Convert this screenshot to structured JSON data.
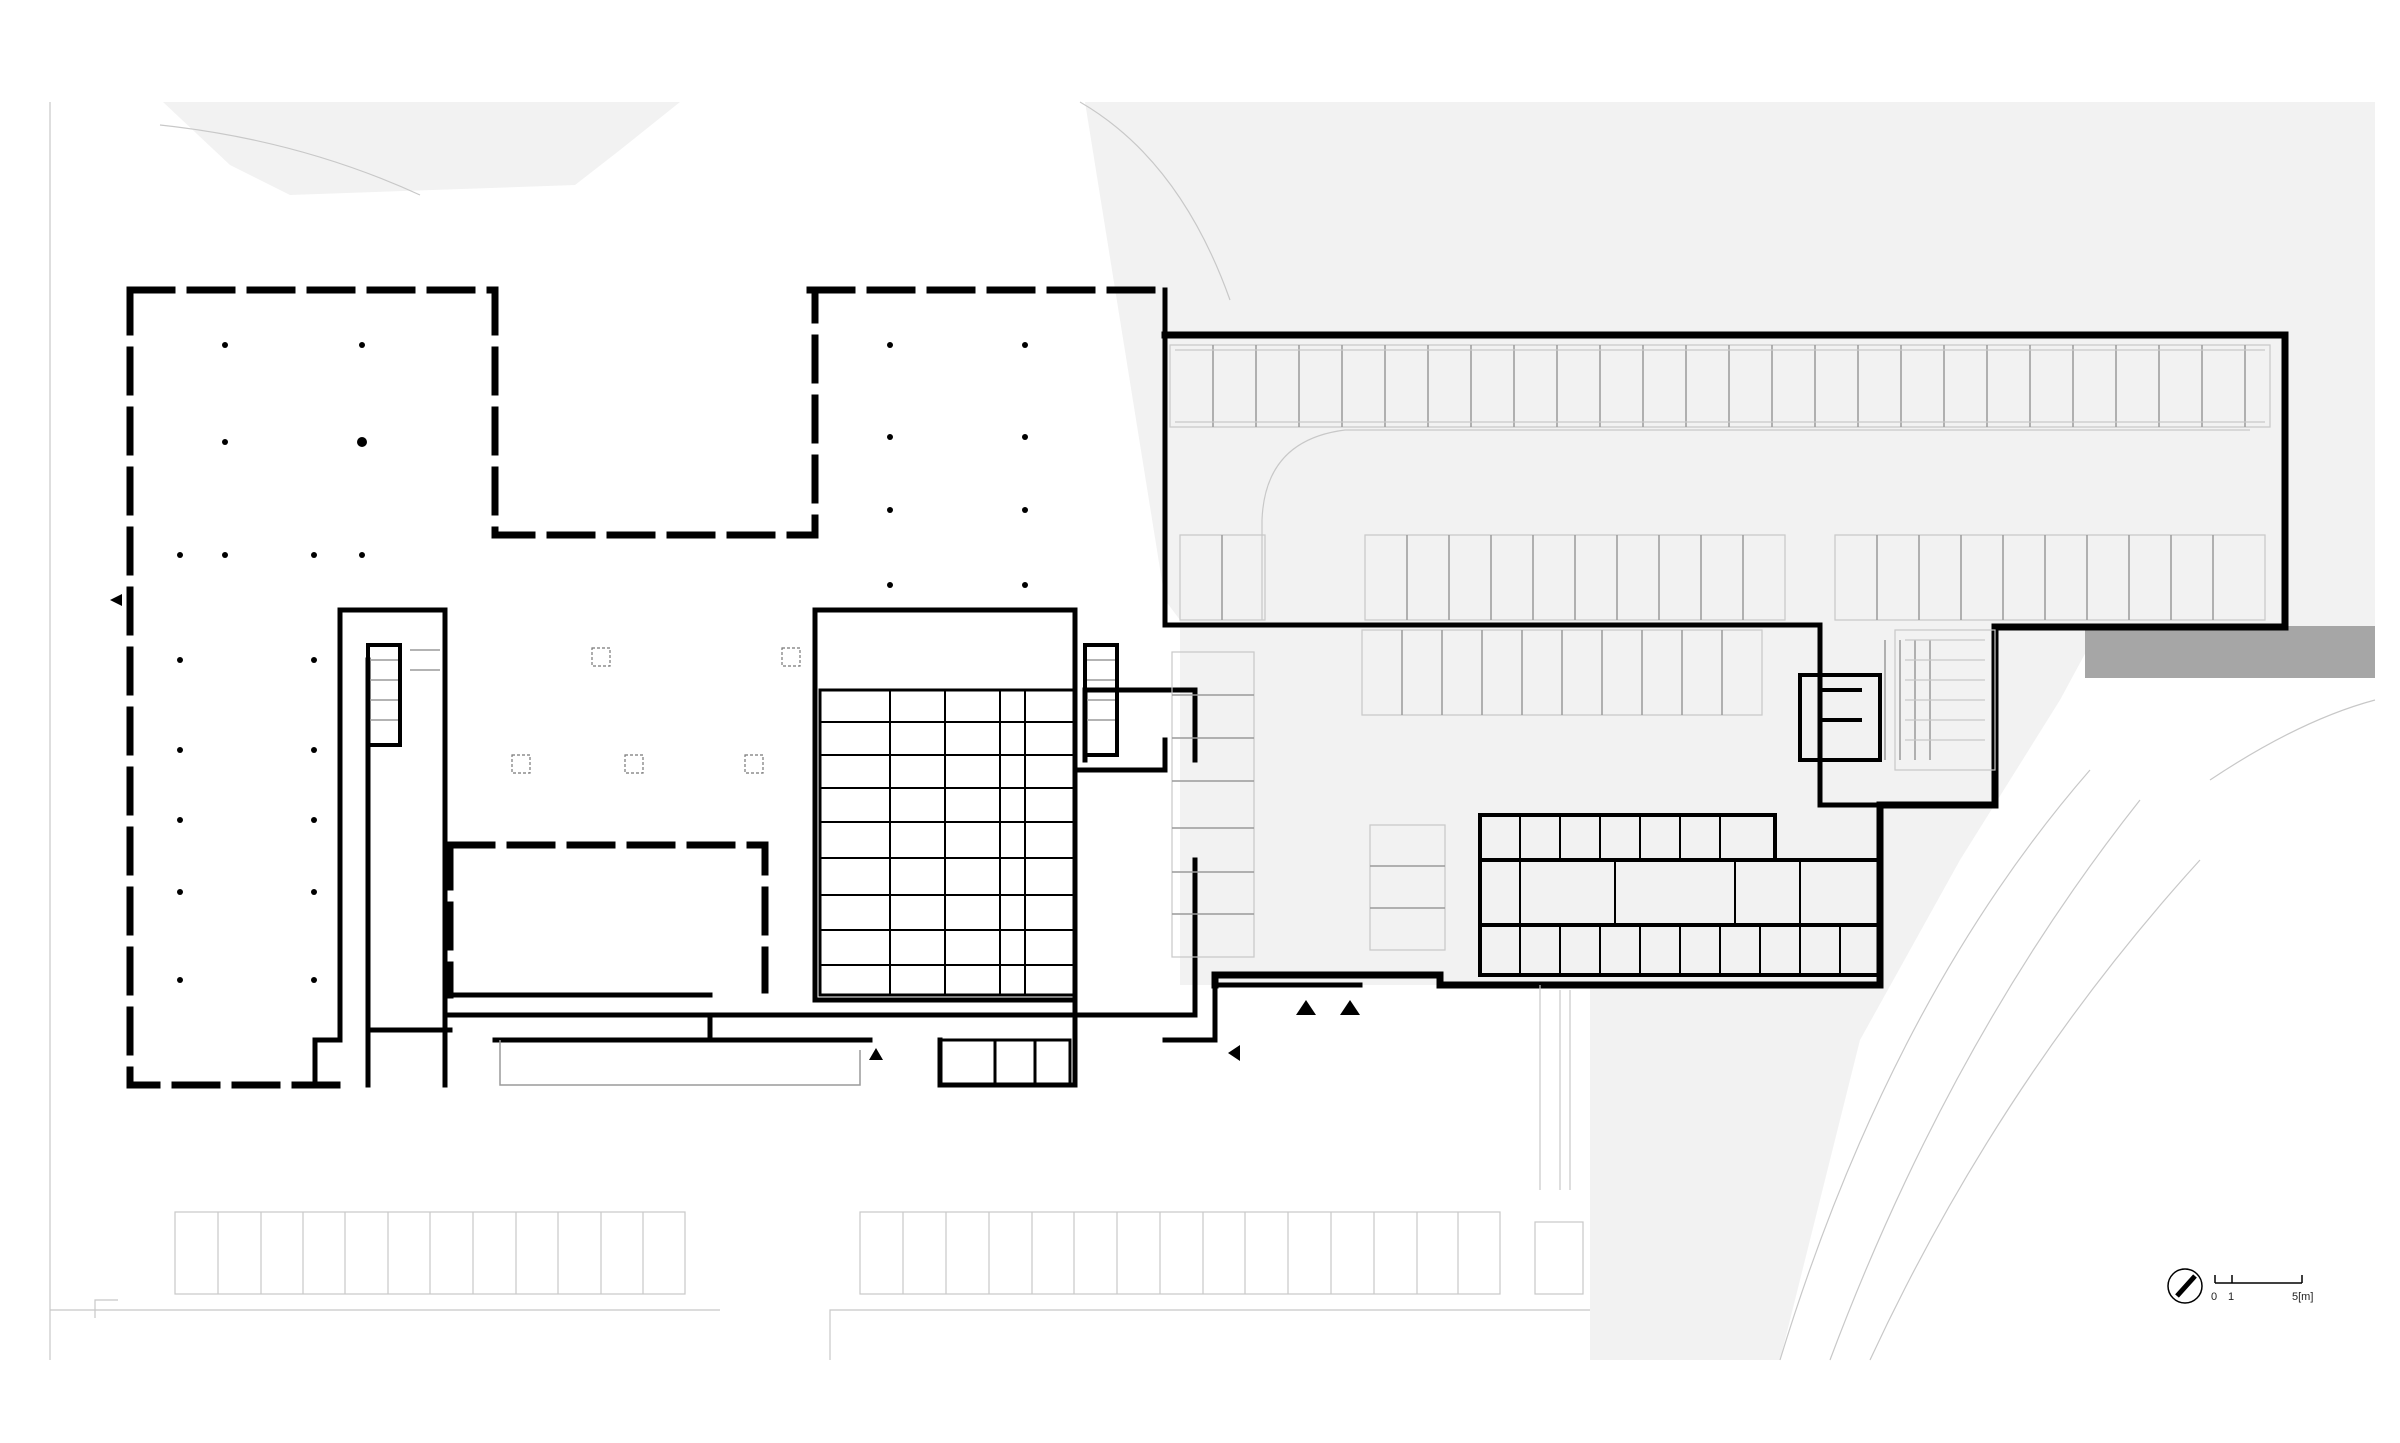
{
  "scale_bar": {
    "ticks": [
      "0",
      "1"
    ],
    "end_label": "5[m]"
  },
  "north_arrow": {
    "icon": "north-arrow-icon"
  },
  "colors": {
    "wall": "#000000",
    "ground": "#f2f2f2",
    "ramp": "#a6a6a6",
    "line": "#9a9a9a"
  }
}
